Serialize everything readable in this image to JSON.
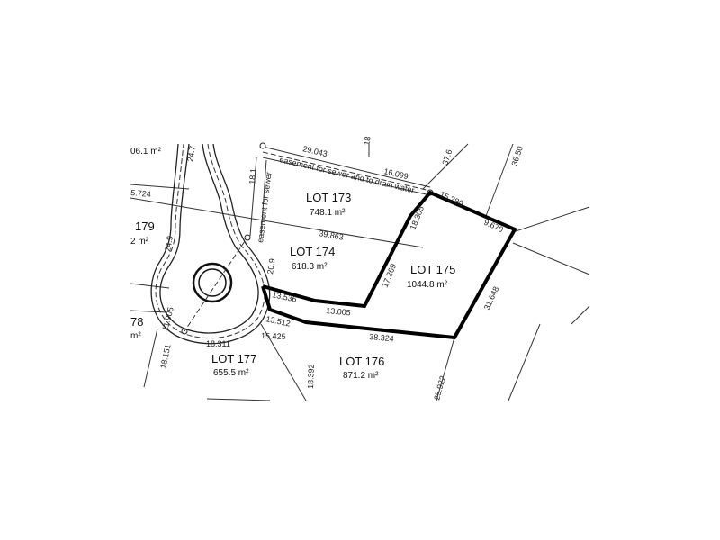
{
  "lots": {
    "lot173": {
      "name": "LOT 173",
      "area": "748.1 m²"
    },
    "lot174": {
      "name": "LOT 174",
      "area": "618.3 m²"
    },
    "lot175": {
      "name": "LOT 175",
      "area": "1044.8 m²"
    },
    "lot176": {
      "name": "LOT 176",
      "area": "871.2 m²"
    },
    "lot177": {
      "name": "LOT 177",
      "area": "655.5 m²"
    }
  },
  "fragments": {
    "top_left_area": "06.1 m²",
    "lot179": "179",
    "lot179_area": "2 m²",
    "lot178": "78",
    "lot178_area": "m²"
  },
  "easement": "easement for sewer and to drain water",
  "easement_side": "easement for sewer",
  "dimensions": {
    "d29_043": "29.043",
    "d16_099": "16.099",
    "d15_280": "15.280",
    "d9_670": "9.670",
    "d37_6": "37.6",
    "d36_50": "36.50",
    "d18_top": "18",
    "d24_7": "24.7",
    "d18_1": "18.1",
    "d5_724": "5.724",
    "d39_863": "39.863",
    "d24_9": "24.9",
    "d20_9": "20.9",
    "d18_305": "18.305",
    "d17_269": "17.269",
    "d31_648": "31.648",
    "d13_536": "13.536",
    "d13_005": "13.005",
    "d13_512": "13.512",
    "d15_425": "15.425",
    "d38_324": "38.324",
    "d11_905": "11.905",
    "d18_311": "18.311",
    "d18_151": "18.151",
    "d18_392": "18.392",
    "d25_922": "25.922"
  }
}
